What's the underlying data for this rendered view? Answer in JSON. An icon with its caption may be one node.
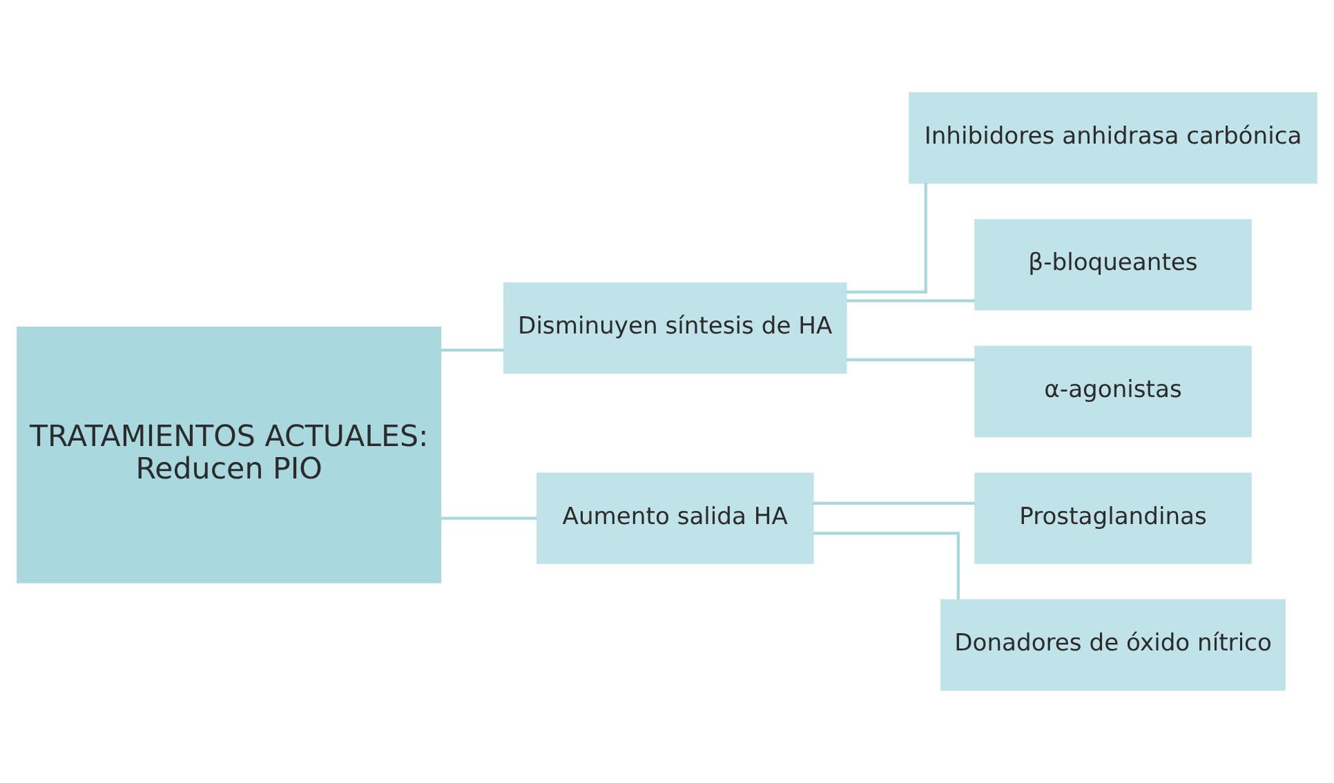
{
  "diagram": {
    "nodes": [
      {
        "text": [
          "TRATAMIENTOS ACTUALES:",
          "Reducen PIO"
        ]
      },
      {
        "text": [
          "Disminuyen síntesis de HA"
        ]
      },
      {
        "text": [
          "Aumento salida HA"
        ]
      },
      {
        "text": [
          "Inhibidores anhidrasa carbónica"
        ]
      },
      {
        "text": [
          "β-bloqueantes"
        ]
      },
      {
        "text": [
          "α-agonistas"
        ]
      },
      {
        "text": [
          "Prostaglandinas"
        ]
      },
      {
        "text": [
          "Donadores de óxido nítrico"
        ]
      }
    ],
    "edges": [
      {
        "from": 0,
        "to": 1,
        "arrow": "none"
      },
      {
        "from": 0,
        "to": 2,
        "arrow": "none"
      },
      {
        "from": 1,
        "to": 3,
        "arrow": "none"
      },
      {
        "from": 1,
        "to": 4,
        "arrow": "none"
      },
      {
        "from": 1,
        "to": 5,
        "arrow": "none"
      },
      {
        "from": 2,
        "to": 6,
        "arrow": "none"
      },
      {
        "from": 2,
        "to": 7,
        "arrow": "none"
      }
    ]
  }
}
